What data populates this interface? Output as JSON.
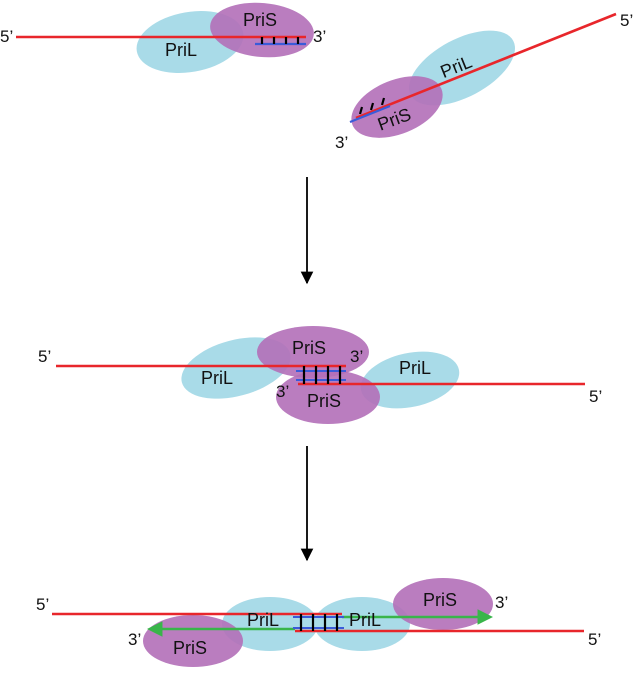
{
  "labels": {
    "five_prime": "5’",
    "three_prime": "3’",
    "pril": "PriL",
    "pris": "PriS"
  },
  "colors": {
    "dna_strand": "#e8262b",
    "primer": "#3a5bd9",
    "extension": "#39b54a",
    "pril_fill": "#a9dbe8",
    "pris_fill": "#b26fb8",
    "arrow": "#000000",
    "base_pair": "#000000"
  }
}
